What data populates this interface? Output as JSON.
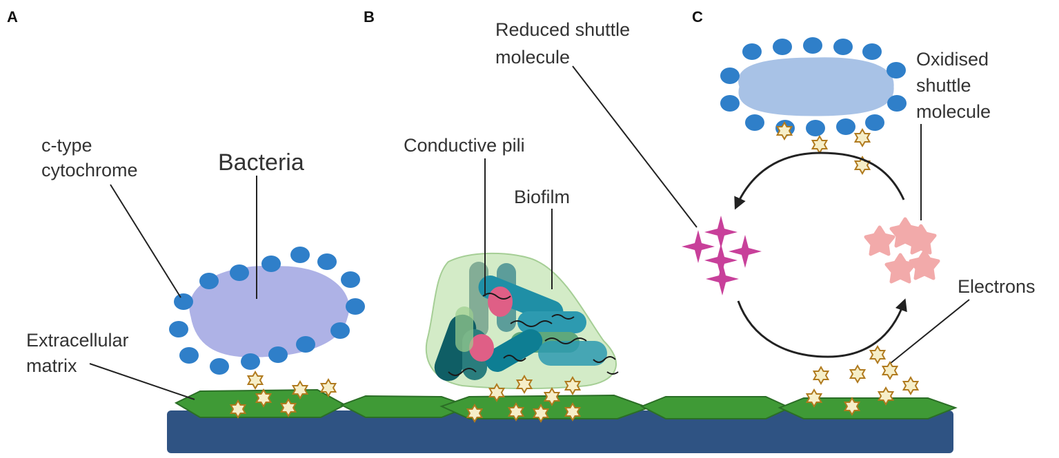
{
  "panels": {
    "a": "A",
    "b": "B",
    "c": "C"
  },
  "labels": {
    "c_type_cytochrome_1": "c-type",
    "c_type_cytochrome_2": "cytochrome",
    "bacteria": "Bacteria",
    "extracellular_matrix_1": "Extracellular",
    "extracellular_matrix_2": "matrix",
    "conductive_pili": "Conductive pili",
    "biofilm": "Biofilm",
    "reduced_shuttle_1": "Reduced shuttle",
    "reduced_shuttle_2": "molecule",
    "oxidised_shuttle_1": "Oxidised",
    "oxidised_shuttle_2": "shuttle",
    "oxidised_shuttle_3": "molecule",
    "electrons": "Electrons"
  },
  "colors": {
    "electrode": "#2f5383",
    "biofilm_layer": "#3f9a36",
    "cytochrome": "#2f7fc9",
    "bacteria_body": "#aeb2e6",
    "bacteria_body_c": "#a8c2e6",
    "reduced_molecule": "#c8409a",
    "oxidised_molecule": "#f2aaaa",
    "electron_star": "#f6eec8"
  }
}
